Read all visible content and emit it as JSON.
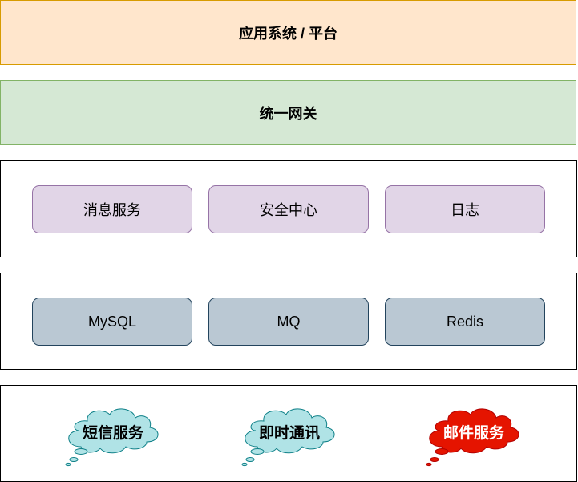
{
  "colors": {
    "app_fill": "#ffe6cc",
    "app_stroke": "#d79b00",
    "gateway_fill": "#d5e8d4",
    "gateway_stroke": "#82b366",
    "service_fill": "#e1d5e7",
    "service_stroke": "#9673a6",
    "infra_fill": "#bac8d3",
    "infra_stroke": "#23445d",
    "channel_cyan_fill": "#b0e3e6",
    "channel_cyan_stroke": "#0e8088",
    "channel_red_fill": "#e51400",
    "channel_red_stroke": "#b20000"
  },
  "app_layer": {
    "label": "应用系统 / 平台"
  },
  "gateway_layer": {
    "label": "统一网关"
  },
  "service_layer": {
    "items": [
      {
        "label": "消息服务"
      },
      {
        "label": "安全中心"
      },
      {
        "label": "日志"
      }
    ]
  },
  "infra_layer": {
    "items": [
      {
        "label": "MySQL"
      },
      {
        "label": "MQ"
      },
      {
        "label": "Redis"
      }
    ]
  },
  "channel_layer": {
    "items": [
      {
        "label": "短信服务",
        "shape": "thought-cloud",
        "color": "cyan"
      },
      {
        "label": "即时通讯",
        "shape": "thought-cloud",
        "color": "cyan"
      },
      {
        "label": "邮件服务",
        "shape": "thought-cloud",
        "color": "red"
      }
    ]
  }
}
